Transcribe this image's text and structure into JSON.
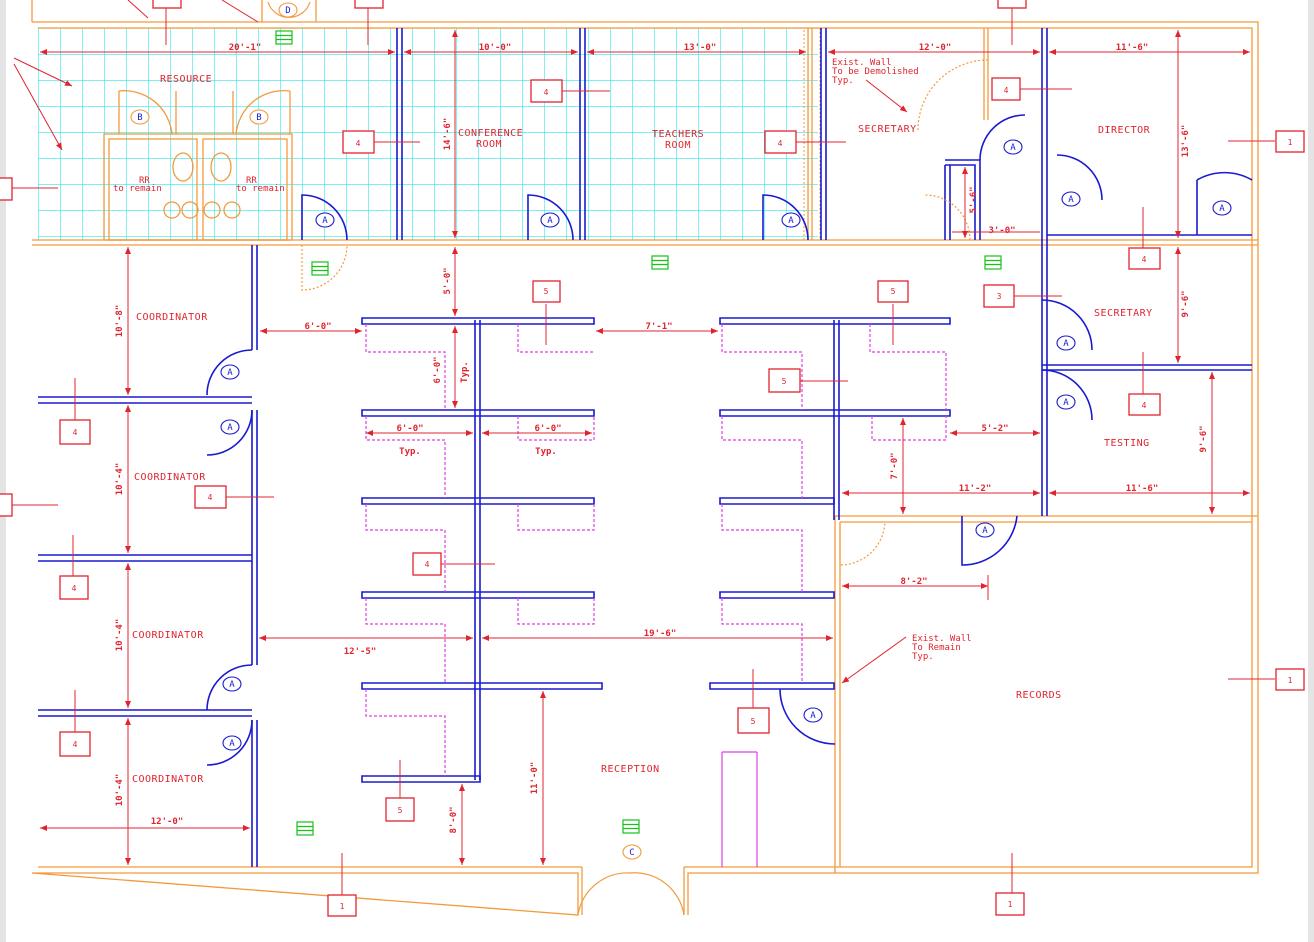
{
  "rooms": {
    "resource": "RESOURCE",
    "conference_1": "CONFERENCE",
    "conference_2": "ROOM",
    "teachers_1": "TEACHERS",
    "teachers_2": "ROOM",
    "secretary_top": "SECRETARY",
    "director": "DIRECTOR",
    "secretary_right": "SECRETARY",
    "testing": "TESTING",
    "records": "RECORDS",
    "reception": "RECEPTION",
    "coordinator_1": "COORDINATOR",
    "coordinator_2": "COORDINATOR",
    "coordinator_3": "COORDINATOR",
    "coordinator_4": "COORDINATOR",
    "rr_left_1": "RR",
    "rr_left_2": "to remain",
    "rr_right_1": "RR",
    "rr_right_2": "to remain"
  },
  "notes": {
    "demolish_1": "Exist. Wall",
    "demolish_2": "To be Demolished",
    "demolish_3": "Typ.",
    "remain_1": "Exist. Wall",
    "remain_2": "To Remain",
    "remain_3": "Typ."
  },
  "dimensions": {
    "d_20_1": "20'-1\"",
    "d_10_0_top": "10'-0\"",
    "d_13_0": "13'-0\"",
    "d_12_0_top": "12'-0\"",
    "d_11_6_top": "11'-6\"",
    "d_6_0_a": "6'-0\"",
    "d_7_1": "7'-1\"",
    "d_6_0_b": "6'-0\"",
    "d_6_0_c": "6'-0\"",
    "typ_a": "Typ.",
    "typ_b": "Typ.",
    "typ_c": "Typ.",
    "d_5_2": "5'-2\"",
    "d_11_2": "11'-2\"",
    "d_11_6_mid": "11'-6\"",
    "d_8_2": "8'-2\"",
    "d_12_5": "12'-5\"",
    "d_19_6": "19'-6\"",
    "d_12_0_bot": "12'-0\"",
    "v_10_8": "10'-8\"",
    "v_10_4_a": "10'-4\"",
    "v_10_4_b": "10'-4\"",
    "v_10_4_c": "10'-4\"",
    "v_14_6": "14'-6\"",
    "v_5_0": "5'-0\"",
    "v_6_0": "6'-0\"",
    "v_11_0": "11'-0\"",
    "v_8_0": "8'-0\"",
    "v_7_0": "7'-0\"",
    "v_13_6": "13'-6\"",
    "v_9_6": "9'-6\"",
    "v_9_6b": "9'-6\"",
    "v_5_6": "5'-6\"",
    "d_3_0": "3'-0\""
  },
  "door_tags": {
    "a": "A",
    "b": "B",
    "c": "C",
    "d": "D"
  },
  "callouts": {
    "one": "1",
    "three": "3",
    "four": "4",
    "five": "5"
  },
  "colors": {
    "wall_existing": "#f39a3c",
    "wall_new": "#1a1ad0",
    "ceiling_grid": "#2ee8e8",
    "workstation": "#e040e0",
    "annotation": "#e0242f",
    "diffuser": "#18c018"
  }
}
